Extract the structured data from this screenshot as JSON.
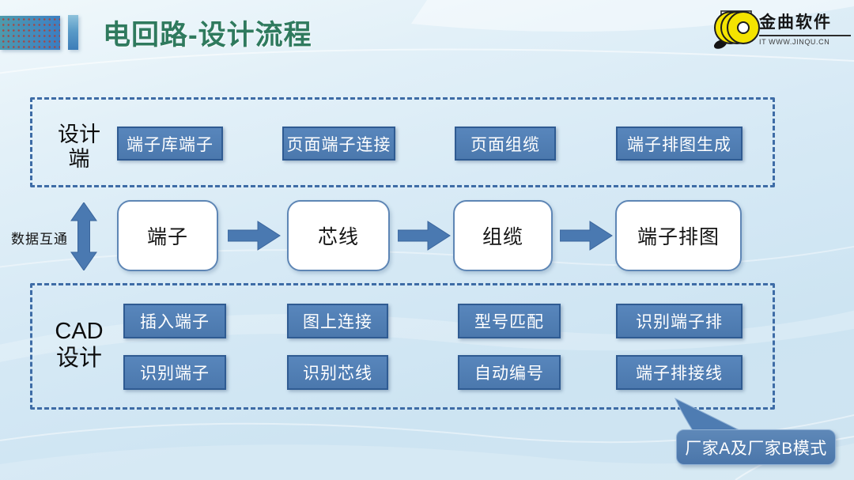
{
  "slide": {
    "title": "电回路-设计流程"
  },
  "logo": {
    "name": "金曲软件",
    "tagline": "IT WWW.JINQU.CN"
  },
  "design_section": {
    "label_lines": [
      "设计",
      "端"
    ],
    "buttons": [
      "端子库端子",
      "页面端子连接",
      "页面组缆",
      "端子排图生成"
    ]
  },
  "flow": {
    "data_link_label": "数据互通",
    "nodes": [
      "端子",
      "芯线",
      "组缆",
      "端子排图"
    ]
  },
  "cad_section": {
    "label_lines": [
      "CAD",
      "设计"
    ],
    "buttons_row1": [
      "插入端子",
      "图上连接",
      "型号匹配",
      "识别端子排"
    ],
    "buttons_row2": [
      "识别端子",
      "识别芯线",
      "自动编号",
      "端子排接线"
    ]
  },
  "callout": {
    "label": "厂家A及厂家B模式"
  },
  "colors": {
    "button_blue": "#4b78ad",
    "button_border": "#2f5b92",
    "dashed_border": "#3e6ca6",
    "arrow_blue": "#4a79b1",
    "title_green": "#2f7a5e",
    "logo_yellow": "#f4e300",
    "background_blue": "#d6e9f5"
  }
}
